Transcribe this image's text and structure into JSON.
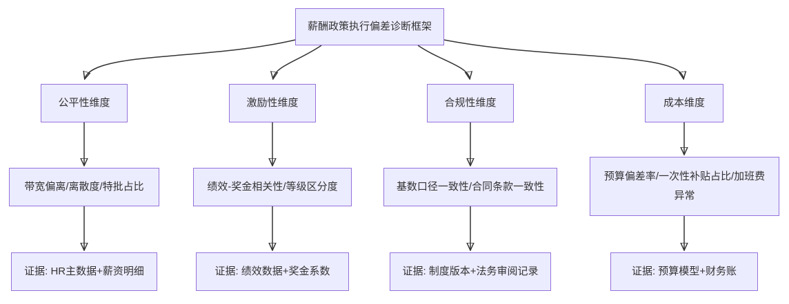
{
  "diagram": {
    "type": "flowchart",
    "root_label": "薪酬政策执行偏差诊断框架",
    "branches": [
      {
        "dimension": "公平性维度",
        "metrics": "带宽偏离/离散度/特批占比",
        "evidence": "证据: HR主数据+薪资明细"
      },
      {
        "dimension": "激励性维度",
        "metrics": "绩效-奖金相关性/等级区分度",
        "evidence": "证据: 绩效数据+奖金系数"
      },
      {
        "dimension": "合规性维度",
        "metrics": "基数口径一致性/合同条款一致性",
        "evidence": "证据: 制度版本+法务审阅记录"
      },
      {
        "dimension": "成本维度",
        "metrics_line1": "预算偏差率/一次性补贴占比/加班费",
        "metrics_line2": "异常",
        "evidence": "证据: 预算模型+财务账"
      }
    ],
    "colors": {
      "node_fill": "#ECECFF",
      "node_border": "#9370DB",
      "edge": "#333333",
      "text": "#333333",
      "background": "#FFFFFF"
    }
  }
}
